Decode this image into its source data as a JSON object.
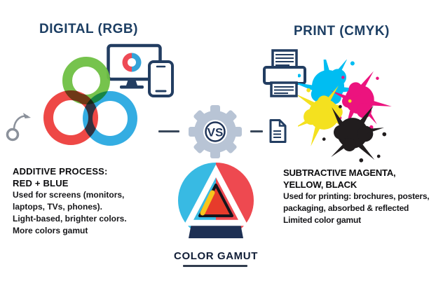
{
  "titles": {
    "left": "DIGITAL (RGB)",
    "right": "PRINT (CMYK)"
  },
  "center": {
    "vs_label": "VS"
  },
  "logo": {
    "caption": "COLOR GAMUT"
  },
  "left_panel": {
    "heading1": "ADDITIVE PROCESS:",
    "heading2": "RED + BLUE",
    "line1": "Used for screens (monitors,",
    "line2": "laptops, TVs, phones).",
    "line3": "Light-based, brighter colors.",
    "line4": "More colors gamut"
  },
  "right_panel": {
    "heading1": "SUBTRACTIVE MAGENTA,",
    "heading2": "YELLOW, BLACK",
    "line1": "Used for printing: brochures, posters,",
    "line2": "packaging, absorbed & reflected",
    "line3": "Limited color gamut"
  },
  "icons": [
    "rgb-rings-icon",
    "monitor-icon",
    "smartphone-icon",
    "curved-arrow-doodle-icon",
    "gear-icon",
    "vs-badge",
    "dash-connector",
    "document-icon",
    "printer-icon",
    "paint-splat-cyan-icon",
    "paint-splat-magenta-icon",
    "paint-splat-yellow-icon",
    "paint-splat-black-icon",
    "color-gamut-triangle-logo"
  ],
  "colors": {
    "title_navy": "#1c3e63",
    "icon_navy": "#223d61",
    "heading_black": "#0b0b0d",
    "text_dark": "#17171a",
    "gear_gray": "#b8c4d5",
    "vs_navy": "#21365a",
    "dash_gray": "#39475a",
    "doodle_gray": "#8b919b",
    "ring_green": "#6fc043",
    "ring_red": "#ee3e3c",
    "ring_blue": "#29a9e1",
    "screen_red": "#ee4a55",
    "screen_blue": "#35a3d8",
    "splat_cyan": "#00bdf2",
    "splat_magenta": "#ec137e",
    "splat_yellow": "#f4e11f",
    "splat_black": "#211d1e",
    "logo_cyan": "#38bae3",
    "logo_red": "#ee4950",
    "logo_navy": "#1e3054",
    "logo_yellow": "#f8c51c",
    "logo_inner_red": "#e73b2b",
    "logo_outline_black": "#15151c",
    "underline_dark": "#313c4e"
  }
}
